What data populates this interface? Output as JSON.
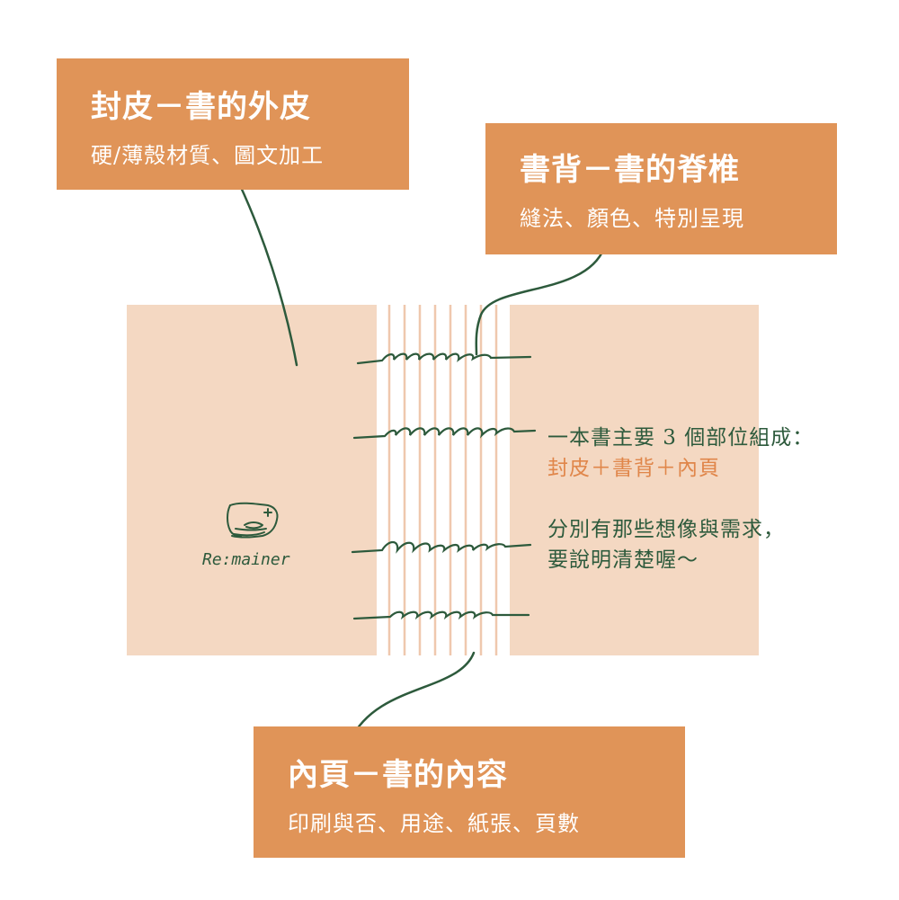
{
  "cover": {
    "title": "封皮－書的外皮",
    "subtitle": "硬/薄殼材質、圖文加工"
  },
  "spine": {
    "title": "書背－書的脊椎",
    "subtitle": "縫法、顏色、特別呈現"
  },
  "pages": {
    "title": "內頁－書的內容",
    "subtitle": "印刷與否、用途、紙張、頁數"
  },
  "note": {
    "line1": "一本書主要 3 個部位組成：",
    "line2": "封皮＋書背＋內頁",
    "line3": "分別有那些想像與需求，",
    "line4": "要說明清楚喔～"
  },
  "logo": {
    "text": "Re:mainer"
  },
  "colors": {
    "callout": "#e09458",
    "panel": "#f4d8c2",
    "spine_lines": "#efc8ae",
    "ink": "#2d5a3c",
    "highlight": "#e0864a"
  }
}
